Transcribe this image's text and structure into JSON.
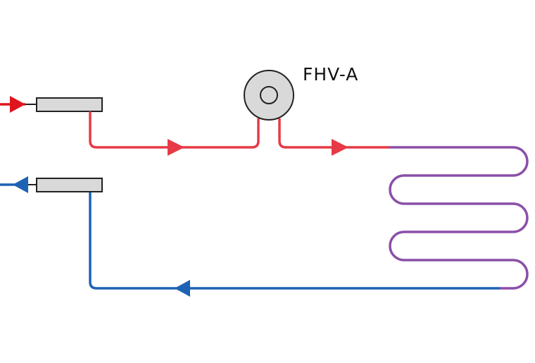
{
  "valve": {
    "label": "FHV-A",
    "icon": "thermostatic-valve-icon"
  },
  "colors": {
    "supply": "#e63a46",
    "supply_inlet": "#e0141f",
    "return": "#1e62b4",
    "loop": "#8a4fa8",
    "manifold_fill": "#d9d9d9",
    "valve_fill": "#d9d9d9",
    "outline": "#222222"
  },
  "flow": {
    "supply_direction": "right",
    "return_direction": "left"
  }
}
